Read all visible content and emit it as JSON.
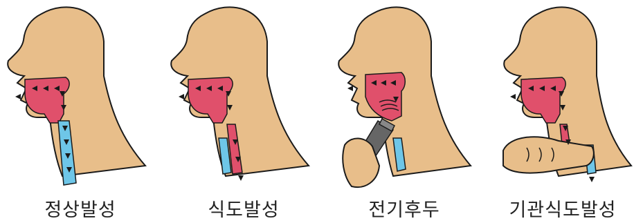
{
  "panels": [
    {
      "label": "정상발성"
    },
    {
      "label": "식도발성"
    },
    {
      "label": "전기후두"
    },
    {
      "label": "기관식도발성"
    }
  ],
  "colors": {
    "skin": "#E8BE8A",
    "outline": "#1a1a1a",
    "tract": "#E0506B",
    "airway": "#6EC6E8",
    "device": "#666666"
  }
}
